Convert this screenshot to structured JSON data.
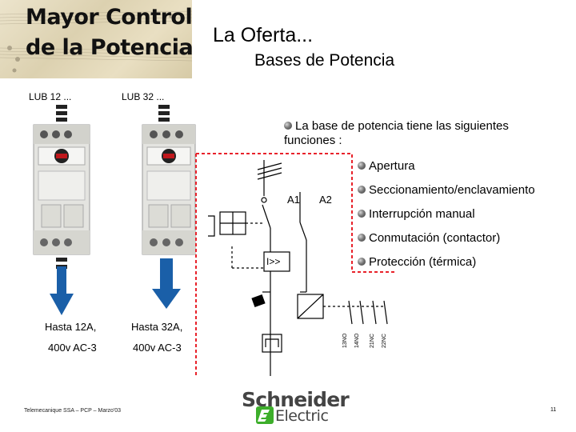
{
  "brand": {
    "title_line1": "Mayor Control",
    "title_line2": "de la Potencia"
  },
  "slide": {
    "title": "La Oferta...",
    "subtitle": "Bases de Potencia"
  },
  "products": [
    {
      "model": "LUB 12 ...",
      "rating": "Hasta 12A,",
      "voltage": "400v AC-3"
    },
    {
      "model": "LUB 32 ...",
      "rating": "Hasta 32A,",
      "voltage": "400v AC-3"
    }
  ],
  "intro": {
    "line1": "La base de potencia tiene las siguientes",
    "line2": "funciones :"
  },
  "functions": [
    "Apertura",
    "Seccionamiento/enclavamiento",
    "Interrupción manual",
    "Conmutación (contactor)",
    "Protección (térmica)"
  ],
  "diagram": {
    "a1": "A1",
    "a2": "A2",
    "protection": "I>>",
    "contacts": [
      "13NO",
      "14NO",
      "21NC",
      "22NC"
    ]
  },
  "footer": {
    "text": "Telemecanique SSA – PCP – Marzo'03",
    "page": "11"
  },
  "logo": {
    "name": "Schneider",
    "sub": "Electric",
    "color": "#3dae2b"
  },
  "colors": {
    "dashed_box": "#e8222b",
    "arrow": "#1a5fa8"
  }
}
